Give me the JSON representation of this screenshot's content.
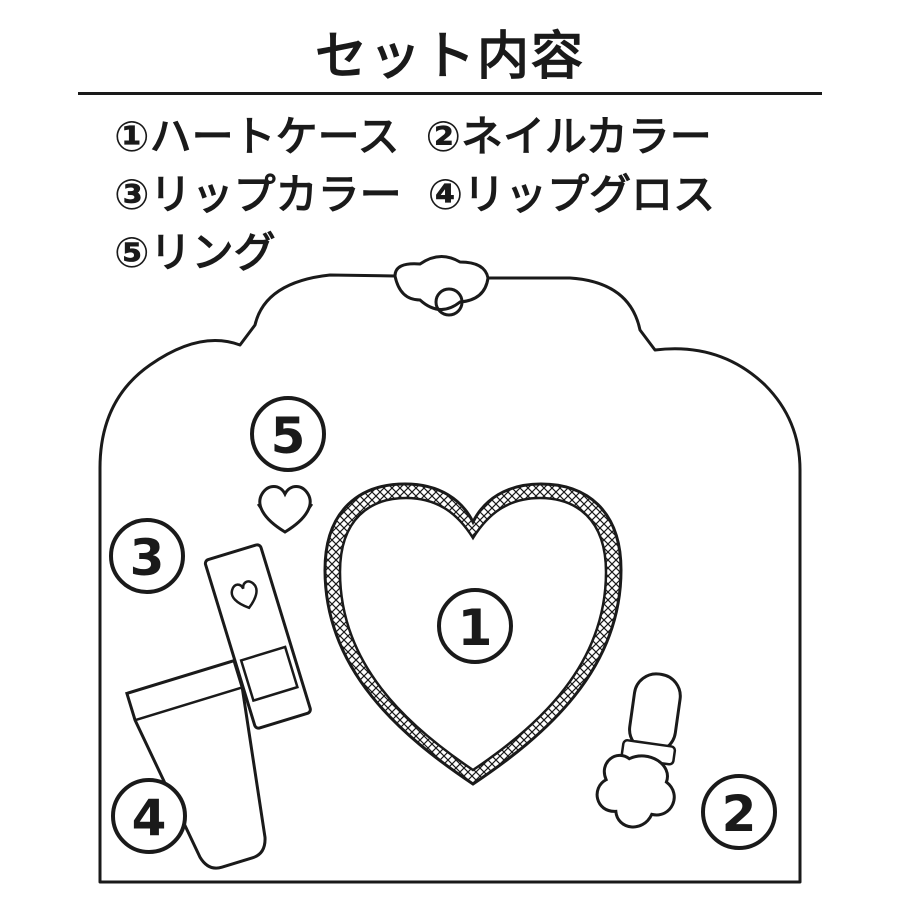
{
  "title": "セット内容",
  "items": [
    {
      "number": "①",
      "label": "ハートケース"
    },
    {
      "number": "②",
      "label": "ネイルカラー"
    },
    {
      "number": "③",
      "label": "リップカラー"
    },
    {
      "number": "④",
      "label": "リップグロス"
    },
    {
      "number": "⑤",
      "label": "リング"
    }
  ],
  "callouts": {
    "heart_case": "1",
    "nail_color": "2",
    "lip_color": "3",
    "lip_gloss": "4",
    "ring": "5"
  }
}
